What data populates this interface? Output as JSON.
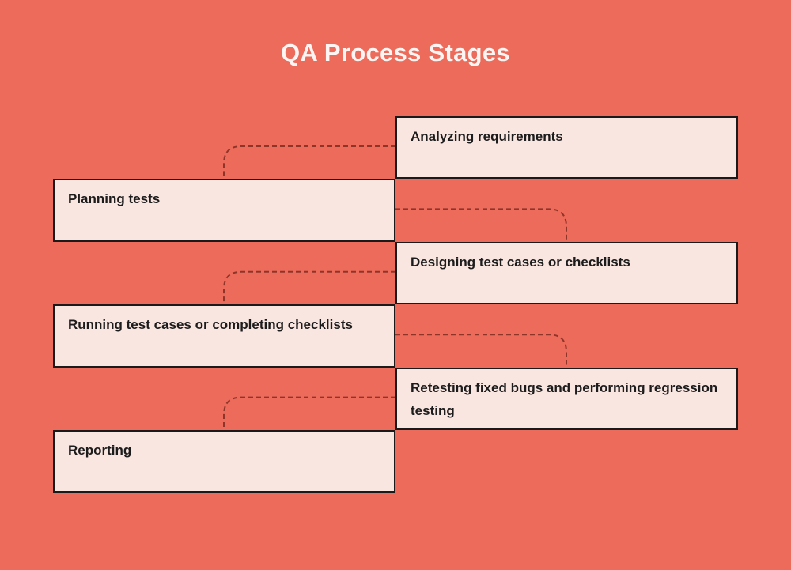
{
  "title": "QA Process Stages",
  "colors": {
    "background": "#EC6B5A",
    "box_fill": "#FAE6E1",
    "box_border": "#1A1A1A",
    "connector": "#8E352A",
    "title_text": "#FDF5F3",
    "box_text": "#1C1C1C"
  },
  "stages": [
    {
      "label": "Analyzing requirements",
      "side": "right"
    },
    {
      "label": "Planning tests",
      "side": "left"
    },
    {
      "label": "Designing test cases or checklists",
      "side": "right"
    },
    {
      "label": "Running test cases or completing checklists",
      "side": "left"
    },
    {
      "label": "Retesting fixed bugs and performing regression testing",
      "side": "right"
    },
    {
      "label": "Reporting",
      "side": "left"
    }
  ]
}
